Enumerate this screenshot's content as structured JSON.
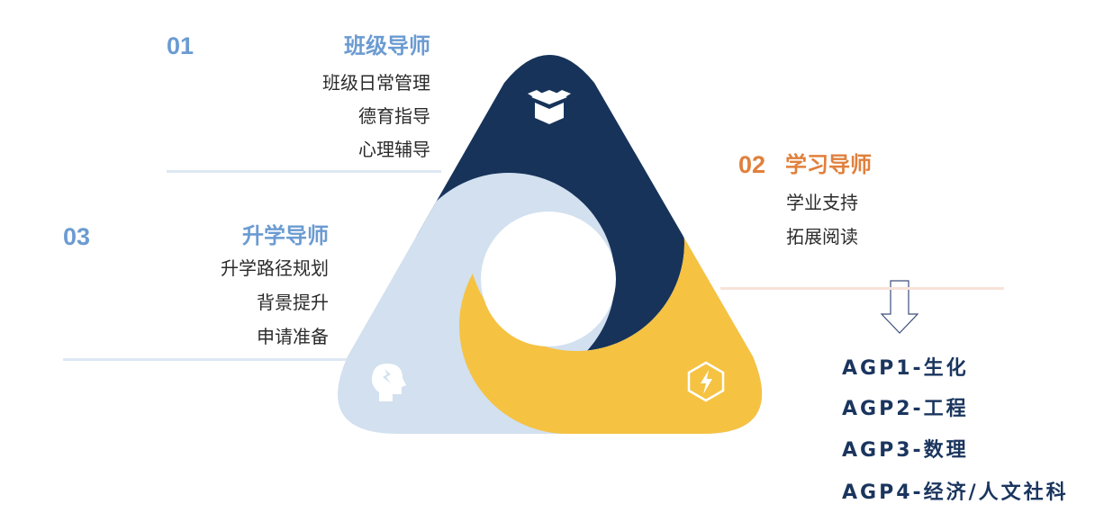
{
  "colors": {
    "navy": "#17335a",
    "light_blue": "#d2e0ef",
    "yellow": "#f5c242",
    "blue_text": "#6b9bd2",
    "orange_text": "#e0803c"
  },
  "sections": [
    {
      "number": "01",
      "title": "班级导师",
      "items": [
        "班级日常管理",
        "德育指导",
        "心理辅导"
      ],
      "icon": "box-icon"
    },
    {
      "number": "02",
      "title": "学习导师",
      "items": [
        "学业支持",
        "拓展阅读"
      ],
      "icon": "lightning-hexagon-icon"
    },
    {
      "number": "03",
      "title": "升学导师",
      "items": [
        "升学路径规划",
        "背景提升",
        "申请准备"
      ],
      "icon": "head-lightning-icon"
    }
  ],
  "agp_list": [
    "AGP1-生化",
    "AGP2-工程",
    "AGP3-数理",
    "AGP4-经济/人文社科"
  ]
}
